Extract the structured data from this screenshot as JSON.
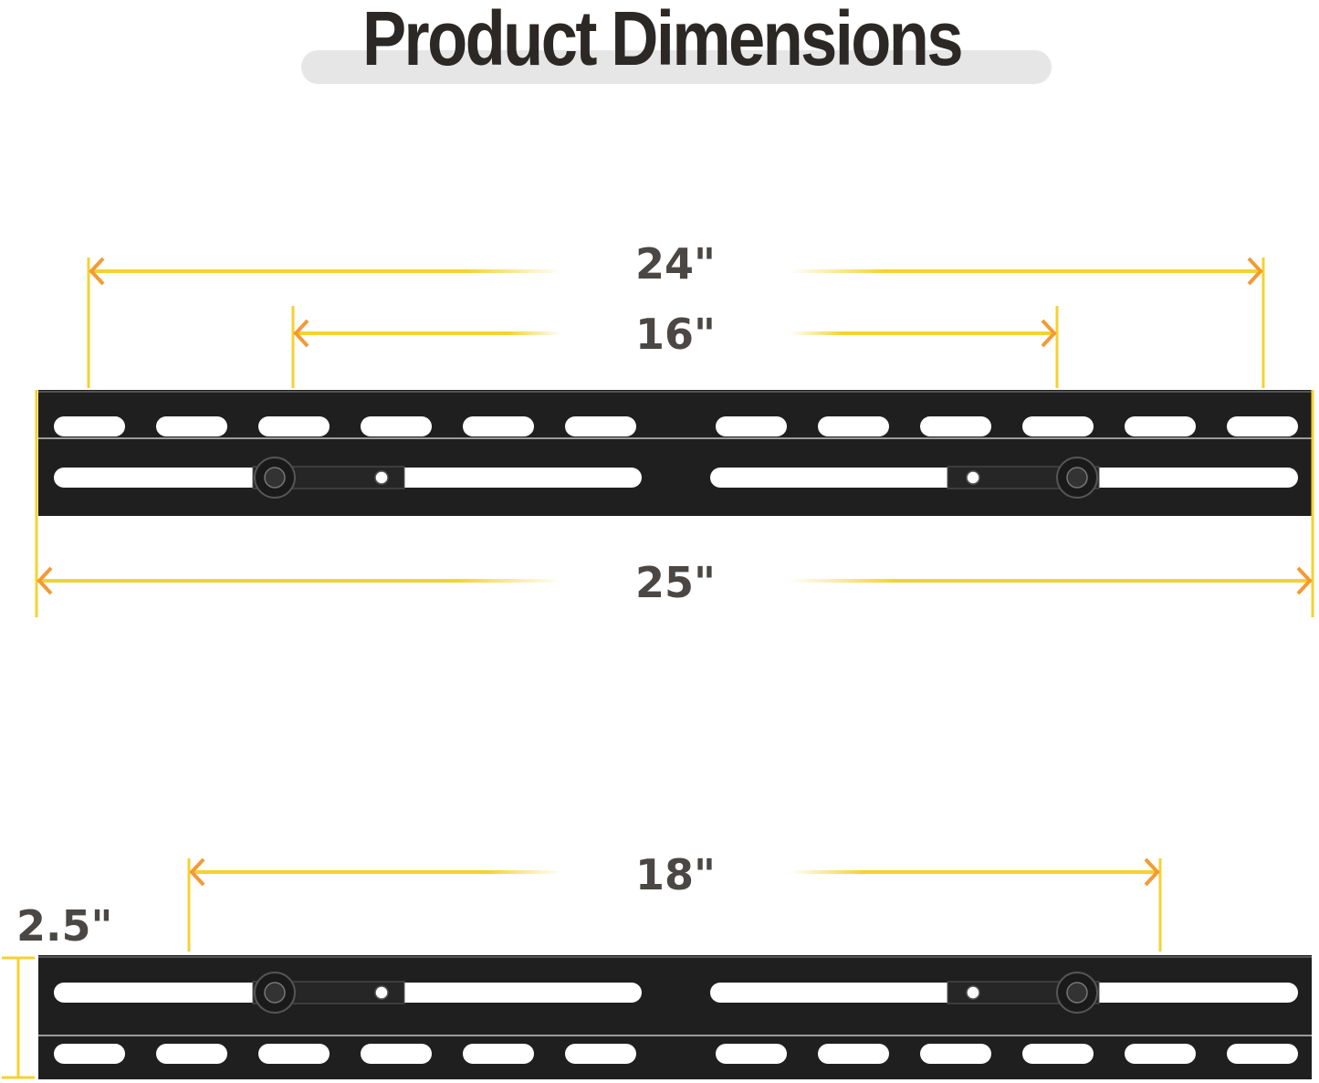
{
  "title": "Product Dimensions",
  "dimensions": {
    "top_outer_spacing": "24\"",
    "top_inner_spacing": "16\"",
    "total_length": "25\"",
    "bottom_spacing": "18\"",
    "height": "2.5\""
  },
  "colors": {
    "dimension_line": "#f5d231",
    "arrow_head": "#f39a36",
    "bracket": "#1f1f1f",
    "text": "#4a4744"
  }
}
